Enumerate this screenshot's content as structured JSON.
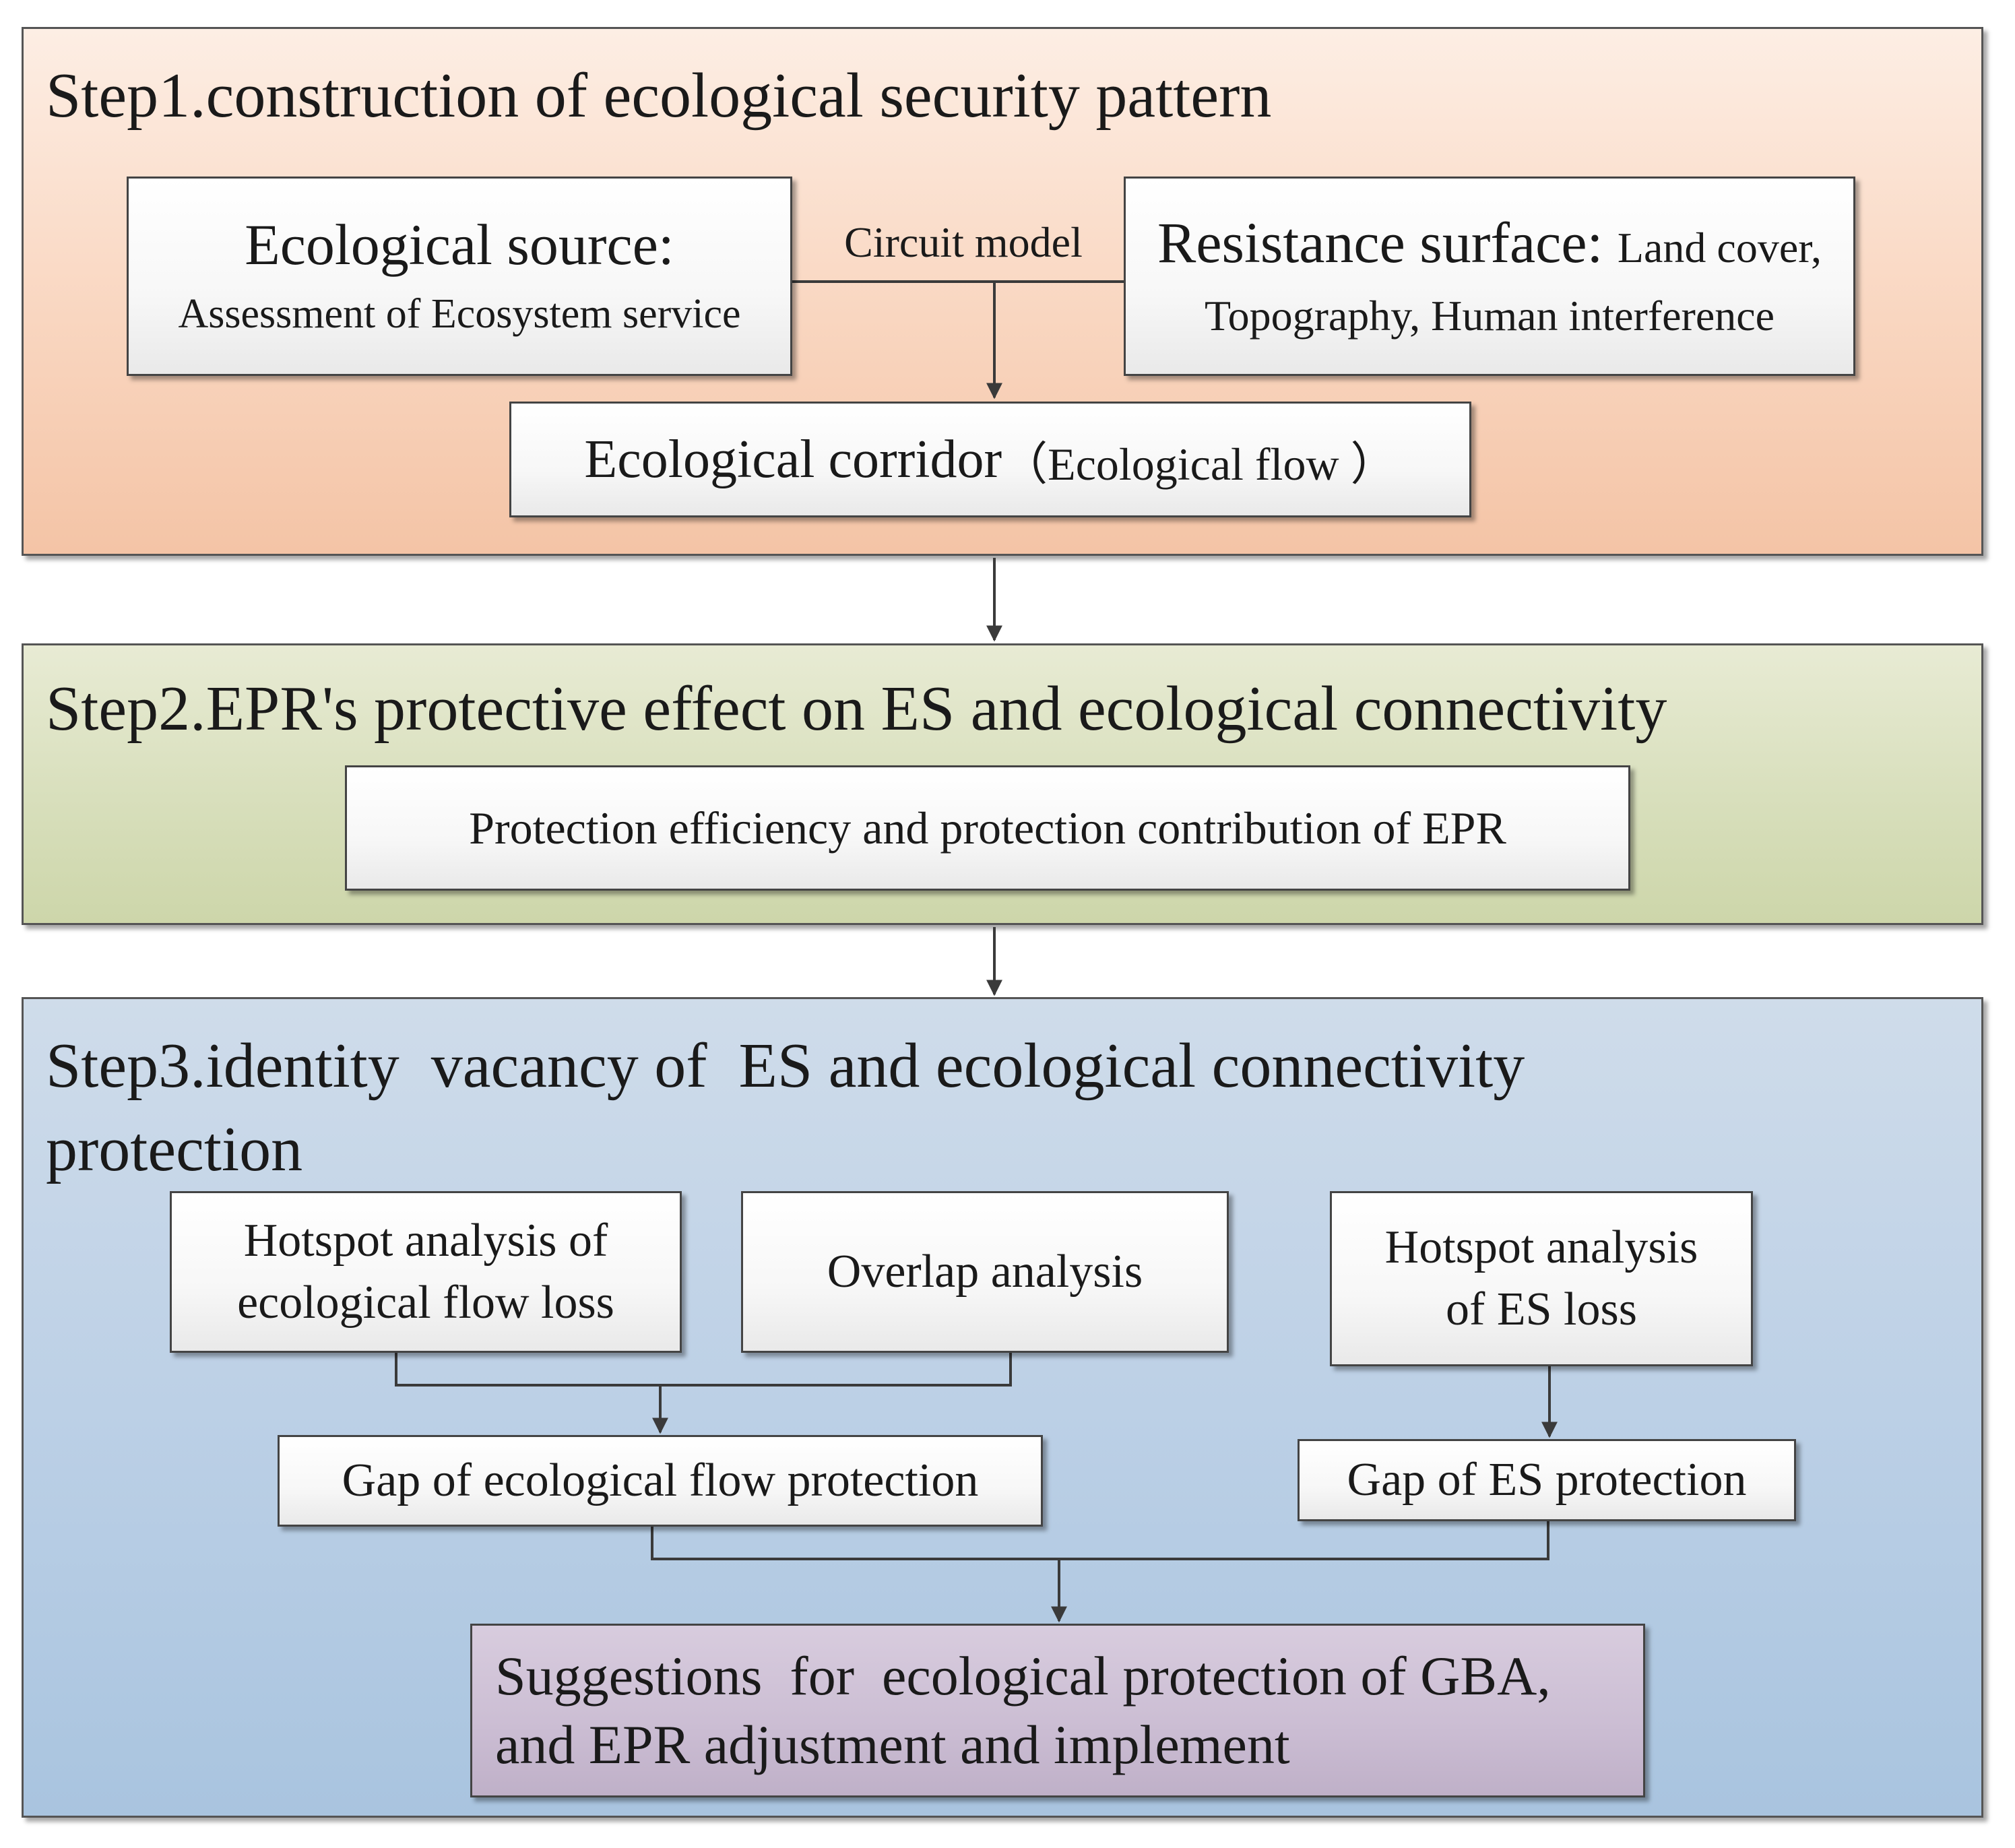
{
  "step1": {
    "title": "Step1.construction of ecological security pattern",
    "source_title": "Ecological source:",
    "source_detail": "Assessment of Ecosystem service",
    "link_label": "Circuit model",
    "resistance_title": "Resistance surface:",
    "resistance_factors_1": "Land cover,",
    "resistance_factors_2": "Topography, Human interference",
    "corridor": "Ecological corridor",
    "corridor_detail": "（Ecological flow ）"
  },
  "step2": {
    "title": "Step2.EPR's protective effect on ES and ecological connectivity",
    "protection": "Protection efficiency and protection contribution of EPR"
  },
  "step3": {
    "title_line1": "Step3.identity  vacancy of  ES and ecological connectivity",
    "title_line2": "protection",
    "hotspot_flow_1": "Hotspot analysis of",
    "hotspot_flow_2": "ecological flow loss",
    "overlap": "Overlap analysis",
    "hotspot_es_1": "Hotspot analysis",
    "hotspot_es_2": "of ES loss",
    "gap_flow": "Gap of ecological flow protection",
    "gap_es": "Gap of ES protection",
    "suggestion_1": "Suggestions  for  ecological protection of GBA,",
    "suggestion_2": "and EPR adjustment and implement"
  },
  "colors": {
    "step1_bg": "#f9d6c0",
    "step2_bg": "#d8dfbc",
    "step3_bg": "#bcd0e6",
    "suggestion_bg": "#cbbdd3",
    "line": "#3a3a3a"
  }
}
